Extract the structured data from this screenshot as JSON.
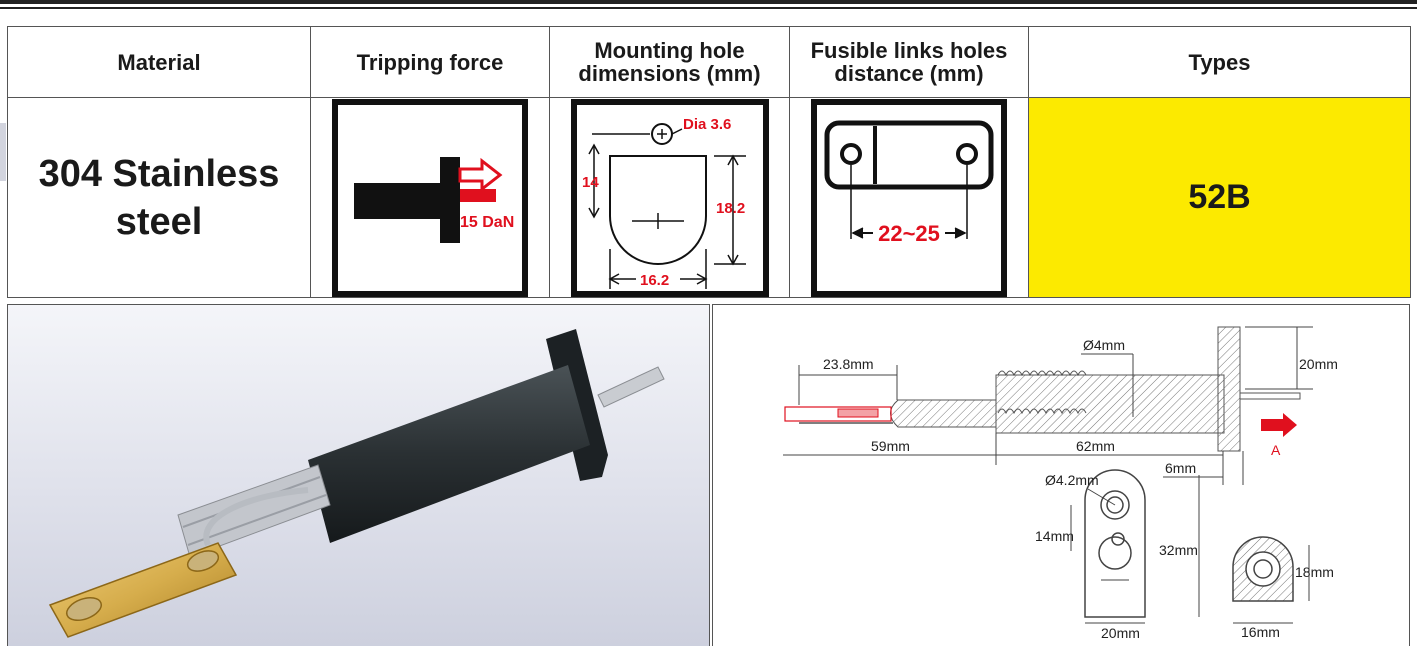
{
  "table": {
    "headers": {
      "material": "Material",
      "tripping_force": "Tripping force",
      "mounting_line1": "Mounting hole",
      "mounting_line2": "dimensions (mm)",
      "fusible_line1": "Fusible links holes",
      "fusible_line2": "distance (mm)",
      "types": "Types"
    },
    "row": {
      "material_line1": "304 Stainless",
      "material_line2": "steel",
      "tripping_force_label": "15 DaN",
      "mounting_dia": "Dia 3.6",
      "mounting_height": "14",
      "mounting_total_height": "18.2",
      "mounting_width": "16.2",
      "fusible_distance": "22~25",
      "type": "52B"
    }
  },
  "drawing": {
    "dim_bore": "Ø4mm",
    "dim_flange": "20mm",
    "dim_tail": "23.8mm",
    "dim_left_len": "59mm",
    "dim_body_len": "62mm",
    "dim_flange_thk": "6mm",
    "arrow_label": "A",
    "dim_hole": "Ø4.2mm",
    "dim_hole_spacing": "14mm",
    "dim_plate_height": "32mm",
    "dim_plate_width": "20mm",
    "dim_section_height": "18mm",
    "dim_section_width": "16mm"
  },
  "colors": {
    "accent_red": "#e0101e",
    "type_yellow": "#fcea00",
    "brass": "#d6ad4c"
  }
}
